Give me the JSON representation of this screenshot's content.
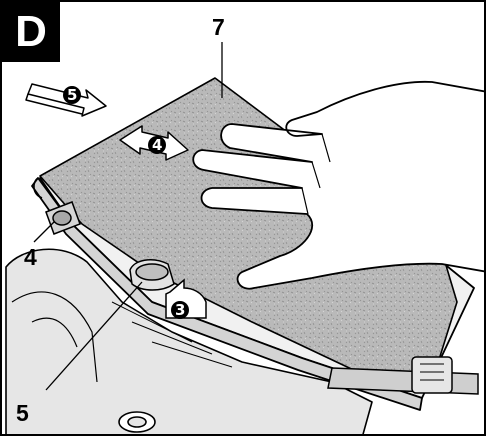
{
  "figure": {
    "letter": "D",
    "callouts": {
      "paper": "7",
      "lever": "4",
      "clamp": "5"
    },
    "steps": {
      "three": "3",
      "four": "4",
      "five": "5"
    }
  },
  "colors": {
    "ink": "#000000",
    "paper_tone": "#b9b9b9",
    "plastic": "#e6e6e6",
    "background": "#ffffff"
  },
  "icons": [
    "arrow-right-icon",
    "double-arrow-icon",
    "hand-icon",
    "clamp-lever-icon"
  ]
}
